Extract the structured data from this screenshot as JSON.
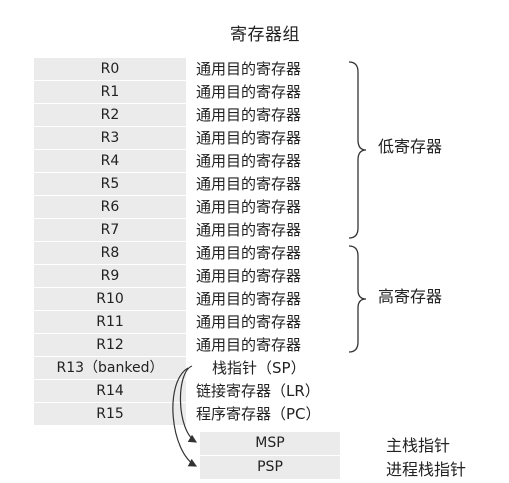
{
  "title": "寄存器组",
  "registers": [
    {
      "name": "R0",
      "desc": "通用目的寄存器"
    },
    {
      "name": "R1",
      "desc": "通用目的寄存器"
    },
    {
      "name": "R2",
      "desc": "通用目的寄存器"
    },
    {
      "name": "R3",
      "desc": "通用目的寄存器"
    },
    {
      "name": "R4",
      "desc": "通用目的寄存器"
    },
    {
      "name": "R5",
      "desc": "通用目的寄存器"
    },
    {
      "name": "R6",
      "desc": "通用目的寄存器"
    },
    {
      "name": "R7",
      "desc": "通用目的寄存器"
    },
    {
      "name": "R8",
      "desc": "通用目的寄存器"
    },
    {
      "name": "R9",
      "desc": "通用目的寄存器"
    },
    {
      "name": "R10",
      "desc": "通用目的寄存器"
    },
    {
      "name": "R11",
      "desc": "通用目的寄存器"
    },
    {
      "name": "R12",
      "desc": "通用目的寄存器"
    },
    {
      "name": "R13（banked）",
      "desc": "栈指针（SP）"
    },
    {
      "name": "R14",
      "desc": "链接寄存器（LR）"
    },
    {
      "name": "R15",
      "desc": "程序寄存器（PC）"
    }
  ],
  "groups": {
    "low": "低寄存器",
    "high": "高寄存器"
  },
  "stack_pointers": [
    {
      "name": "MSP",
      "label": "主栈指针"
    },
    {
      "name": "PSP",
      "label": "进程栈指针"
    }
  ],
  "colors": {
    "box_fill": "#ebebeb",
    "line": "#333333"
  }
}
